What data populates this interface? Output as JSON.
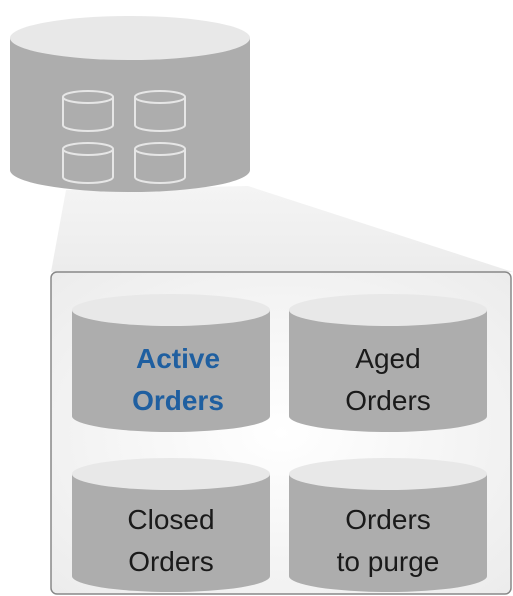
{
  "colors": {
    "cylinder_body": "#adadad",
    "cylinder_top": "#e8e8e8",
    "cylinder_outline": "#dcdcdc",
    "panel_border": "#888888",
    "highlight_text": "#1f5fa0",
    "default_text": "#1a1a1a"
  },
  "main_database": {
    "icon": "database-icon",
    "sub_databases": 4
  },
  "partitions": [
    {
      "line1": "Active",
      "line2": "Orders",
      "highlighted": true
    },
    {
      "line1": "Aged",
      "line2": "Orders",
      "highlighted": false
    },
    {
      "line1": "Closed",
      "line2": "Orders",
      "highlighted": false
    },
    {
      "line1": "Orders",
      "line2": "to purge",
      "highlighted": false
    }
  ]
}
